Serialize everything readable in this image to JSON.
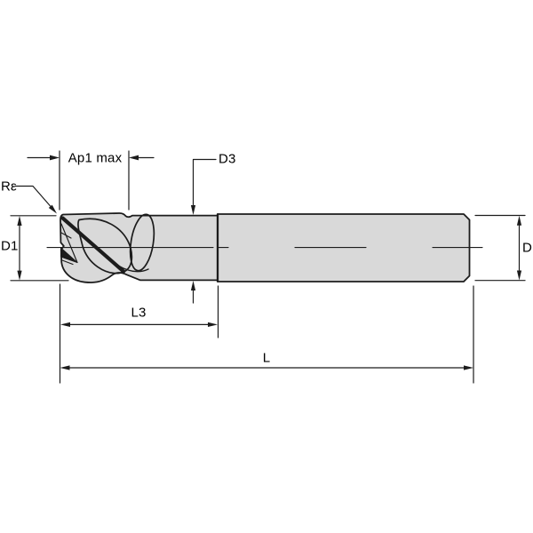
{
  "diagram": {
    "labels": {
      "ap1_max": "Ap1 max",
      "corner_radius": "Rε",
      "cutting_diameter": "D1",
      "neck_diameter": "D3",
      "flute_length": "L3",
      "overall_length": "L",
      "shank_diameter": "D"
    },
    "colors": {
      "background": "#ffffff",
      "body_fill": "#d9d9d9",
      "line": "#1c1c1c"
    }
  }
}
